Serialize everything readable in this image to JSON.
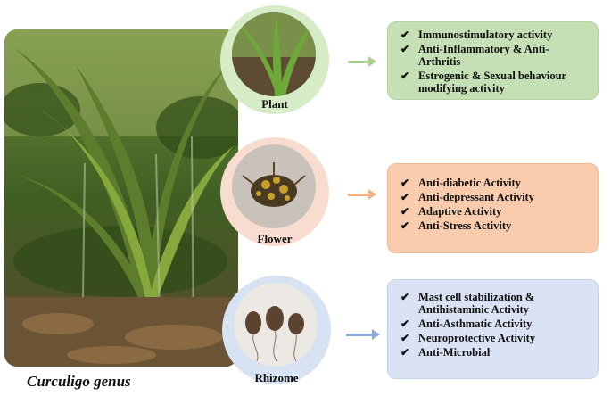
{
  "caption": "Curculigo genus",
  "parts": [
    {
      "name": "Plant",
      "activities": [
        "Immunostimulatory activity",
        "Anti-Inflammatory & Anti-Arthritis",
        "Estrogenic & Sexual behaviour modifying activity"
      ]
    },
    {
      "name": "Flower",
      "activities": [
        "Anti-diabetic Activity",
        "Anti-depressant Activity",
        "Adaptive Activity",
        "Anti-Stress Activity"
      ]
    },
    {
      "name": "Rhizome",
      "activities": [
        "Mast cell stabilization & Antihistaminic Activity",
        "Anti-Asthmatic Activity",
        "Neuroprotective Activity",
        "Anti-Microbial"
      ]
    }
  ],
  "tick_symbol": "✔",
  "colors": {
    "plant_box": "#c5e0b4",
    "flower_box": "#f8cbad",
    "rhizome_box": "#dae3f3",
    "plant_circle": "#d5ecc7",
    "flower_circle": "#f8dccf",
    "rhizome_circle": "#d7e2f2"
  },
  "icons": [
    "curculigo-plant-photo",
    "plant-thumbnail",
    "flower-thumbnail",
    "rhizome-thumbnail",
    "arrow-right-icon",
    "check-icon"
  ]
}
